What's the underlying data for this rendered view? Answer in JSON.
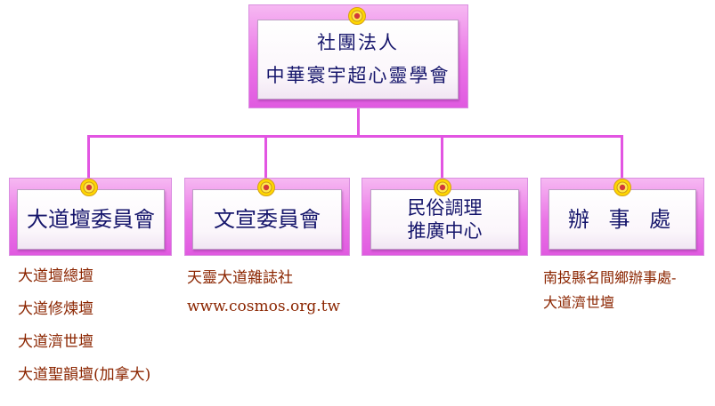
{
  "root": {
    "line1": "社團法人",
    "line2": "中華寰宇超心靈學會"
  },
  "branches": [
    {
      "title": "大道壇委員會",
      "subitems": [
        "大道壇總壇",
        "大道修煉壇",
        "大道濟世壇",
        "大道聖韻壇(加拿大)"
      ]
    },
    {
      "title": "文宣委員會",
      "subitems": [
        "天靈大道雜誌社",
        "www.cosmos.org.tw"
      ]
    },
    {
      "title_line1": "民俗調理",
      "title_line2": "推廣中心",
      "subitems": []
    },
    {
      "title": "辦 事 處",
      "subitems": [
        "南投縣名間鄉辦事處-",
        "大道濟世壇"
      ]
    }
  ],
  "colors": {
    "connector": "#e255e2",
    "frame": "#ea74e6",
    "title_text": "#15156b",
    "subitem_text": "#8b2500",
    "pin": "#ffd700"
  }
}
